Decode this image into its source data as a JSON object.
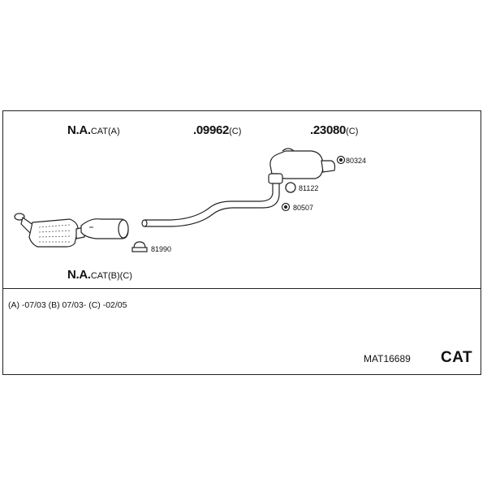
{
  "parts": {
    "front_cat": {
      "code": "N.A.",
      "suffix": "CAT(A)"
    },
    "front_cat_b": {
      "code": "N.A.",
      "suffix": "CAT(B)(C)"
    },
    "middle": {
      "code": ".09962",
      "suffix": "(C)"
    },
    "rear": {
      "code": ".23080",
      "suffix": "(C)"
    }
  },
  "small_parts": {
    "p80324": "80324",
    "p81122": "81122",
    "p80507": "80507",
    "p81990": "81990"
  },
  "legend": "(A) -07/03 (B) 07/03- (C) -02/05",
  "kit_code": "MAT16689",
  "category": "CAT"
}
